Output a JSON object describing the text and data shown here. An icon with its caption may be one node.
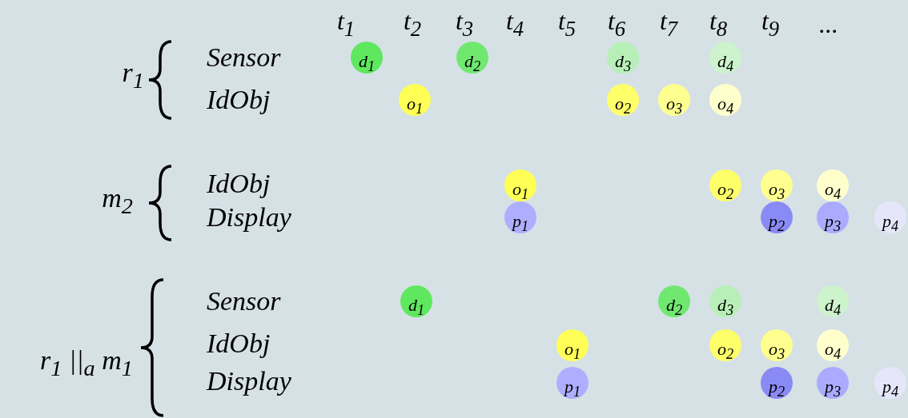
{
  "diagram": {
    "nodes": [
      {
        "text": [
          "d$_{1}$"
        ]
      },
      {
        "text": [
          "d$_{2}$"
        ]
      },
      {
        "text": [
          "d$_{3}$"
        ]
      },
      {
        "text": [
          "d$_{4}$"
        ]
      },
      {
        "text": [
          "o$_{1}$"
        ]
      },
      {
        "text": [
          "o$_{2}$"
        ]
      },
      {
        "text": [
          "o$_{3}$"
        ]
      },
      {
        "text": [
          "o$_{4}$"
        ]
      },
      {
        "text": [
          "o$_{1}$"
        ]
      },
      {
        "text": [
          "o$_{2}$"
        ]
      },
      {
        "text": [
          "o$_{3}$"
        ]
      },
      {
        "text": [
          "o$_{4}$"
        ]
      },
      {
        "text": [
          "p$_{1}$"
        ]
      },
      {
        "text": [
          "p$_{2}$"
        ]
      },
      {
        "text": [
          "p$_{3}$"
        ]
      },
      {
        "text": [
          "p$_{4}$"
        ]
      },
      {
        "text": [
          "d$_{1}$"
        ]
      },
      {
        "text": [
          "d$_{2}$"
        ]
      },
      {
        "text": [
          "d$_{3}$"
        ]
      },
      {
        "text": [
          "d$_{4}$"
        ]
      },
      {
        "text": [
          "o$_{1}$"
        ]
      },
      {
        "text": [
          "o$_{2}$"
        ]
      },
      {
        "text": [
          "o$_{3}$"
        ]
      },
      {
        "text": [
          "o$_{4}$"
        ]
      },
      {
        "text": [
          "p$_{1}$"
        ]
      },
      {
        "text": [
          "p$_{2}$"
        ]
      },
      {
        "text": [
          "p$_{3}$"
        ]
      },
      {
        "text": [
          "p$_{4}$"
        ]
      }
    ],
    "edges": [],
    "labels": [
      "t$_{1}$",
      "t$_{2}$",
      "t$_{3}$",
      "t$_{4}$",
      "t$_{5}$",
      "t$_{6}$",
      "t$_{7}$",
      "t$_{8}$",
      "t$_{9}$",
      "...",
      "r$_{1}$",
      "Sensor",
      "IdObj",
      "m$_{2}$",
      "IdObj",
      "Display",
      "r$_{1}$ ||$_{a}$ m$_{1}$",
      "Sensor",
      "IdObj",
      "Display"
    ]
  }
}
